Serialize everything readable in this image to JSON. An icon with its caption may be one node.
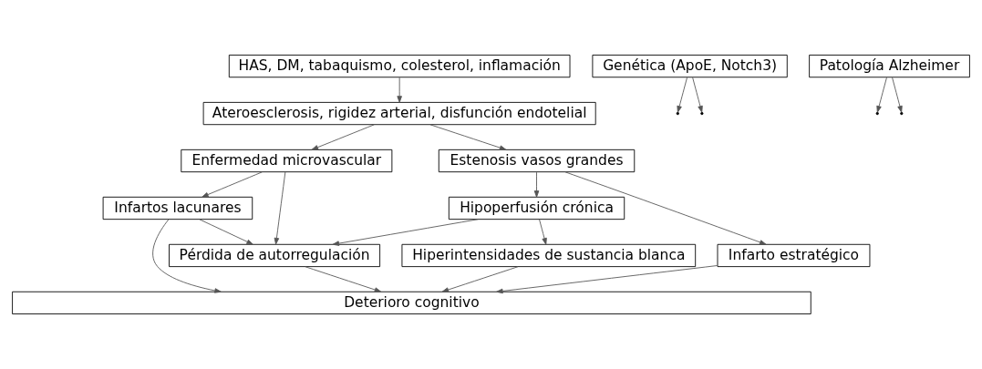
{
  "diagram": {
    "nodes": [
      {
        "text": [
          "HAS, DM, tabaquismo, colesterol, inflamación"
        ]
      },
      {
        "text": [
          "Ateroesclerosis, rigidez arterial, disfunción endotelial"
        ]
      },
      {
        "text": [
          "Enfermedad microvascular"
        ]
      },
      {
        "text": [
          "Estenosis vasos grandes"
        ]
      },
      {
        "text": [
          "Infarto estratégico"
        ]
      },
      {
        "text": [
          "Infartos lacunares"
        ]
      },
      {
        "text": [
          "Hipoperfusión crónica"
        ]
      },
      {
        "text": [
          "Pérdida de autorregulación"
        ]
      },
      {
        "text": [
          "Hiperintensidades de sustancia blanca"
        ]
      },
      {
        "text": [
          "Genética (ApoE, Notch3)"
        ]
      },
      {
        "text": [
          "Patología Alzheimer"
        ]
      },
      {
        "text": [
          "Deterioro cognitivo"
        ]
      }
    ],
    "edges": [
      {
        "from": 0,
        "to": 1,
        "arrow": "to"
      },
      {
        "from": 1,
        "to": 2,
        "arrow": "to"
      },
      {
        "from": 1,
        "to": 3,
        "arrow": "to"
      },
      {
        "from": 2,
        "to": 5,
        "arrow": "to"
      },
      {
        "from": 2,
        "to": 7,
        "arrow": "to"
      },
      {
        "from": 3,
        "to": 4,
        "arrow": "to"
      },
      {
        "from": 3,
        "to": 6,
        "arrow": "to"
      },
      {
        "from": 5,
        "to": 7,
        "arrow": "to"
      },
      {
        "from": 6,
        "to": 7,
        "arrow": "to"
      },
      {
        "from": 6,
        "to": 8,
        "arrow": "to"
      },
      {
        "from": 9,
        "to": null,
        "arrow": "to"
      },
      {
        "from": 9,
        "to": null,
        "arrow": "to"
      },
      {
        "from": 10,
        "to": null,
        "arrow": "to"
      },
      {
        "from": 10,
        "to": null,
        "arrow": "to"
      },
      {
        "from": 5,
        "to": 11,
        "arrow": "to"
      },
      {
        "from": 7,
        "to": 11,
        "arrow": "to"
      },
      {
        "from": 4,
        "to": 11,
        "arrow": "to"
      },
      {
        "from": 8,
        "to": 11,
        "arrow": "to"
      }
    ]
  }
}
